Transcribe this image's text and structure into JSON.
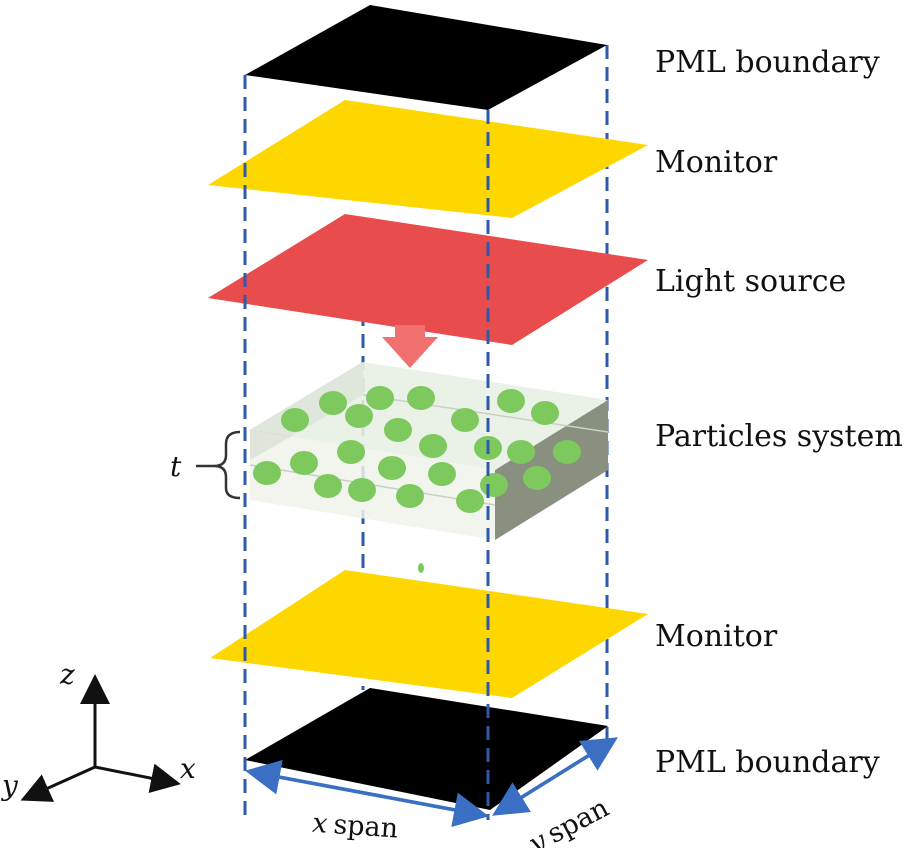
{
  "layers": [
    {
      "id": "pml-top",
      "label": "PML boundary",
      "color": "#000000"
    },
    {
      "id": "monitor-top",
      "label": "Monitor",
      "color": "#FFD700"
    },
    {
      "id": "light-source",
      "label": "Light source",
      "color": "#E84C4C"
    },
    {
      "id": "particles",
      "label": "Particles system",
      "color": "#7DC95E"
    },
    {
      "id": "monitor-bottom",
      "label": "Monitor",
      "color": "#FFD700"
    },
    {
      "id": "pml-bottom",
      "label": "PML boundary",
      "color": "#000000"
    }
  ],
  "thickness_label": "t",
  "axes": {
    "x": "x",
    "y": "y",
    "z": "z"
  },
  "spans": {
    "x_var": "x",
    "y_var": "y",
    "word": "span"
  },
  "colors": {
    "guide_lines": "#2E5AAC",
    "span_arrows": "#3A6FC4",
    "arrow": "#F07070",
    "slab": "#8A9080",
    "particle": "#7DC95E"
  }
}
